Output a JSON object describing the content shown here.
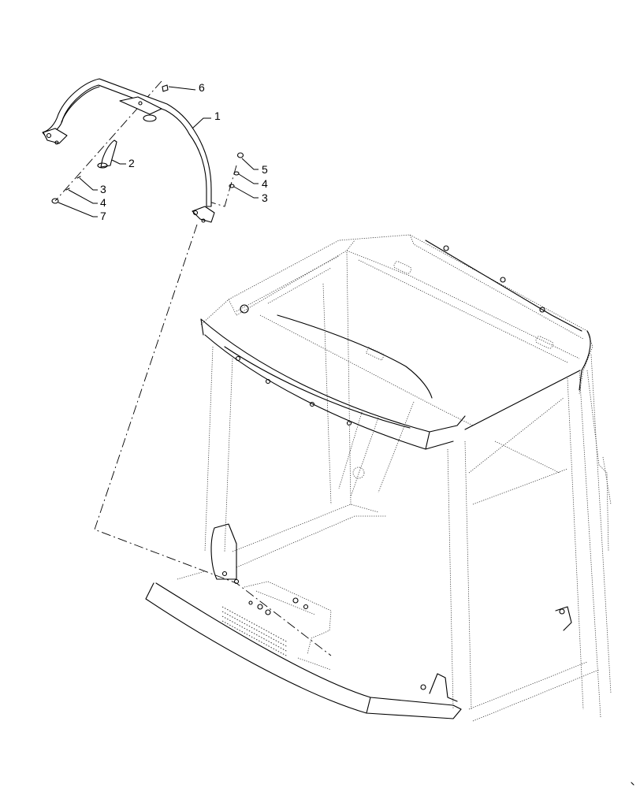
{
  "diagram": {
    "type": "exploded parts illustration",
    "subject": "Grab handle assembly mounted on cab frame",
    "callouts": [
      {
        "id": "c6",
        "label": "6",
        "part": "bolt (top of handle)"
      },
      {
        "id": "c1",
        "label": "1",
        "part": "grab handle"
      },
      {
        "id": "c2",
        "label": "2",
        "part": "bracket"
      },
      {
        "id": "c3a",
        "label": "3",
        "part": "washer (left stack)"
      },
      {
        "id": "c4a",
        "label": "4",
        "part": "lock washer (left stack)"
      },
      {
        "id": "c7",
        "label": "7",
        "part": "nut"
      },
      {
        "id": "c5",
        "label": "5",
        "part": "bolt (right stack)"
      },
      {
        "id": "c4b",
        "label": "4",
        "part": "lock washer (right stack)"
      },
      {
        "id": "c3b",
        "label": "3",
        "part": "washer (right stack)"
      }
    ],
    "colors": {
      "background": "#ffffff",
      "line": "#000000"
    }
  }
}
